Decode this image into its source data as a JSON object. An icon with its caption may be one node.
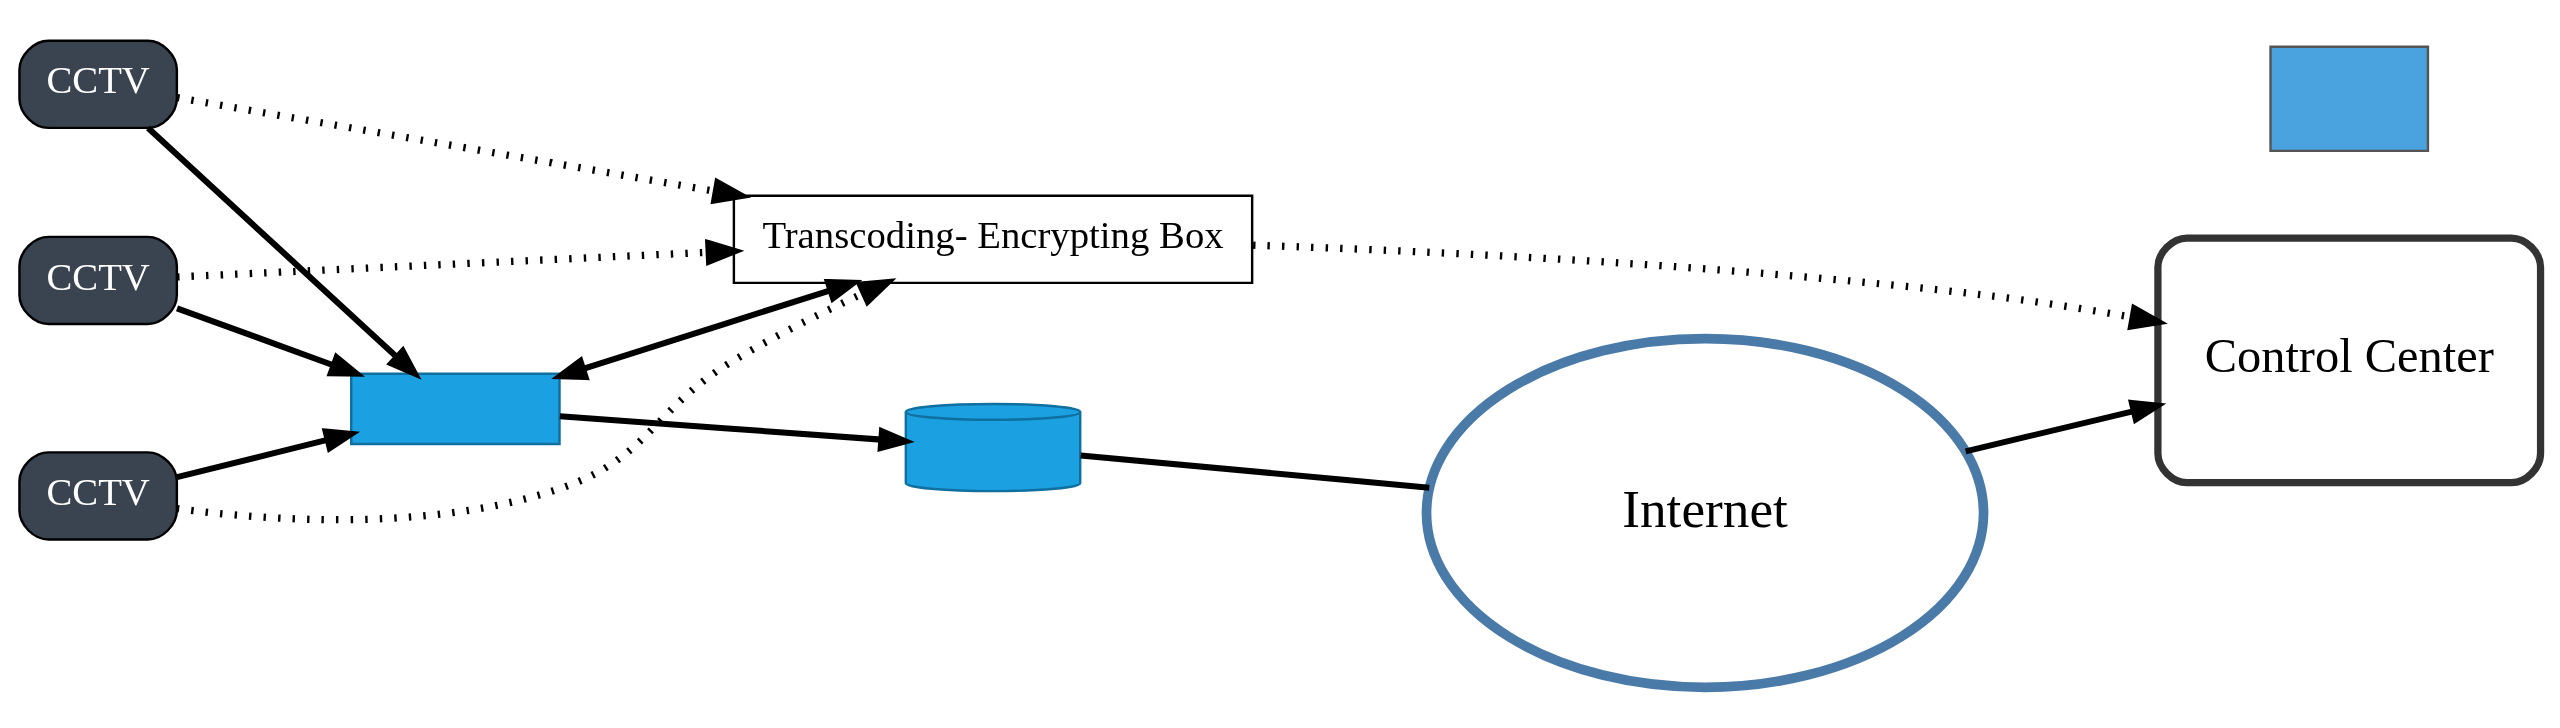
{
  "diagram": {
    "nodes": [
      {
        "text": [
          "CCTV"
        ]
      },
      {
        "text": [
          "CCTV"
        ]
      },
      {
        "text": [
          "CCTV"
        ]
      },
      {
        "text": [],
        "shape": "box"
      },
      {
        "text": [
          "Transcoding- Encrypting Box"
        ]
      },
      {
        "text": [],
        "shape": "cylinder"
      },
      {
        "text": [
          "Internet"
        ]
      },
      {
        "text": [
          "Control Center"
        ]
      },
      {
        "text": [],
        "shape": "box"
      }
    ],
    "edges": [
      {
        "from": 0,
        "to": 3,
        "arrow": "to"
      },
      {
        "from": 1,
        "to": 3,
        "arrow": "to"
      },
      {
        "from": 2,
        "to": 3,
        "arrow": "to"
      },
      {
        "from": 0,
        "to": 4,
        "arrow": "to",
        "style": "dashed"
      },
      {
        "from": 1,
        "to": 4,
        "arrow": "to",
        "style": "dashed"
      },
      {
        "from": 2,
        "to": 4,
        "arrow": "to",
        "style": "dashed"
      },
      {
        "from": 3,
        "to": 4,
        "arrow": "both"
      },
      {
        "from": 3,
        "to": 5,
        "arrow": "to"
      },
      {
        "from": 5,
        "to": 6,
        "arrow": "none"
      },
      {
        "from": 6,
        "to": 7,
        "arrow": "to"
      },
      {
        "from": 4,
        "to": 7,
        "arrow": "to",
        "style": "dashed"
      }
    ]
  }
}
